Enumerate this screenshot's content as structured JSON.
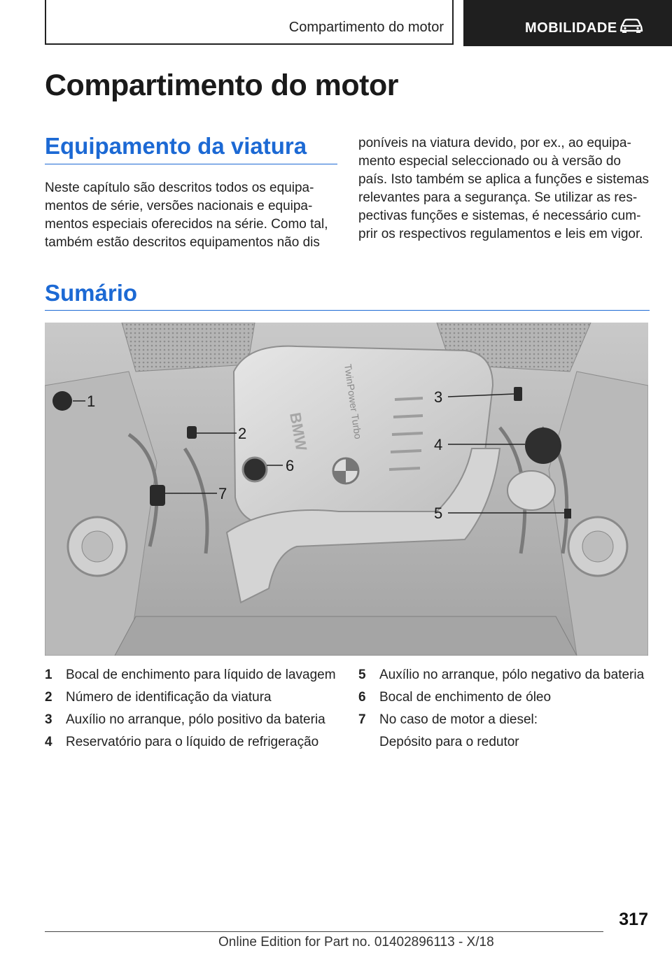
{
  "header": {
    "section_title": "Compartimento do motor",
    "chapter": "MOBILIDADE",
    "chapter_icon": "car-icon"
  },
  "page_title": "Compartimento do motor",
  "equipment": {
    "heading": "Equipamento da viatura",
    "text_left": "Neste capítulo são descritos todos os equipa­mentos de série, versões nacionais e equipa­mentos especiais oferecidos na série. Como tal, também estão descritos equipamentos não dis­",
    "text_right": "poníveis na viatura devido, por ex., ao equipa­mento especial seleccionado ou à versão do país. Isto também se aplica a funções e sistemas relevantes para a segurança. Se utilizar as res­pectivas funções e sistemas, é necessário cum­prir os respectivos regulamentos e leis em vigor."
  },
  "summary": {
    "heading": "Sumário",
    "figure": {
      "logo_text": "BMW",
      "badge_text": "TwinPower Turbo",
      "callouts": [
        "1",
        "2",
        "3",
        "4",
        "5",
        "6",
        "7"
      ]
    },
    "legend_left": [
      {
        "num": "1",
        "text": "Bocal de enchimento para líquido de lavagem"
      },
      {
        "num": "2",
        "text": "Número de identificação da viatura"
      },
      {
        "num": "3",
        "text": "Auxílio no arranque, pólo positivo da bateria"
      },
      {
        "num": "4",
        "text": "Reservatório para o líquido de refrigeração"
      }
    ],
    "legend_right": [
      {
        "num": "5",
        "text": "Auxílio no arranque, pólo negativo da bateria"
      },
      {
        "num": "6",
        "text": "Bocal de enchimento de óleo"
      },
      {
        "num": "7",
        "text": "No caso de motor a diesel:"
      },
      {
        "num": "",
        "text": "Depósito para o redutor"
      }
    ]
  },
  "page_number": "317",
  "footer": "Online Edition for Part no. 01402896113 - X/18"
}
